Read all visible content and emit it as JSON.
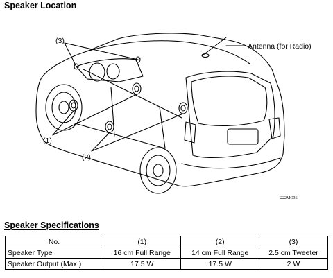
{
  "section1_title": "Speaker Location",
  "figure": {
    "callouts": {
      "antenna": "Antenna (for Radio)",
      "c3": "(3)",
      "c1": "(1)",
      "c2": "(2)"
    },
    "figure_code": "222MO36"
  },
  "section2_title": "Speaker Specifications",
  "table": {
    "header": [
      "No.",
      "(1)",
      "(2)",
      "(3)"
    ],
    "rows": [
      [
        "Speaker Type",
        "16 cm Full Range",
        "14 cm Full Range",
        "2.5 cm Tweeter"
      ],
      [
        "Speaker Output (Max.)",
        "17.5 W",
        "17.5 W",
        "2 W"
      ]
    ]
  }
}
